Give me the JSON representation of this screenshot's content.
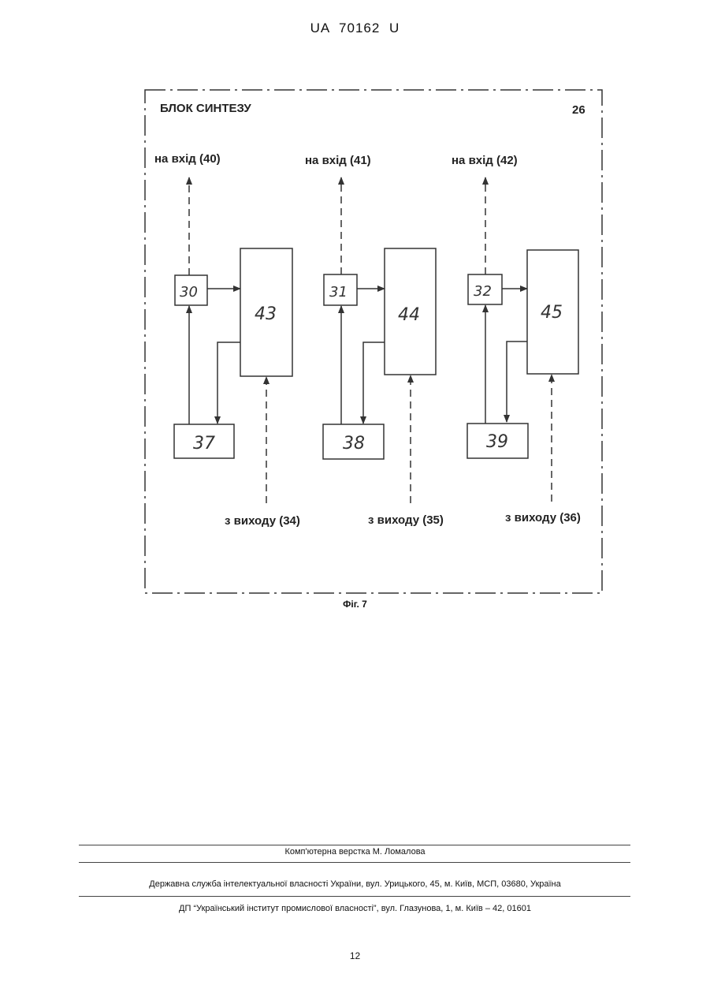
{
  "header": {
    "patent_id": "UA   70162   U"
  },
  "figure": {
    "block_title": "БЛОК СИНТЕЗУ",
    "block_number": "26",
    "caption": "Фіг. 7",
    "units": [
      {
        "out_label": "на вхід (40)",
        "in_label": "з виходу (34)",
        "small_box": "30",
        "big_box": "43",
        "low_box": "37"
      },
      {
        "out_label": "на вхід (41)",
        "in_label": "з виходу (35)",
        "small_box": "31",
        "big_box": "44",
        "low_box": "38"
      },
      {
        "out_label": "на вхід (42)",
        "in_label": "з виходу (36)",
        "small_box": "32",
        "big_box": "45",
        "low_box": "39"
      }
    ]
  },
  "footer": {
    "layout_credit": "Комп'ютерна верстка М. Ломалова",
    "agency": "Державна служба інтелектуальної власності України, вул. Урицького, 45, м. Київ, МСП, 03680, Україна",
    "institute": "ДП “Український інститут промислової власності”, вул. Глазунова, 1, м. Київ – 42, 01601",
    "page_number": "12"
  }
}
